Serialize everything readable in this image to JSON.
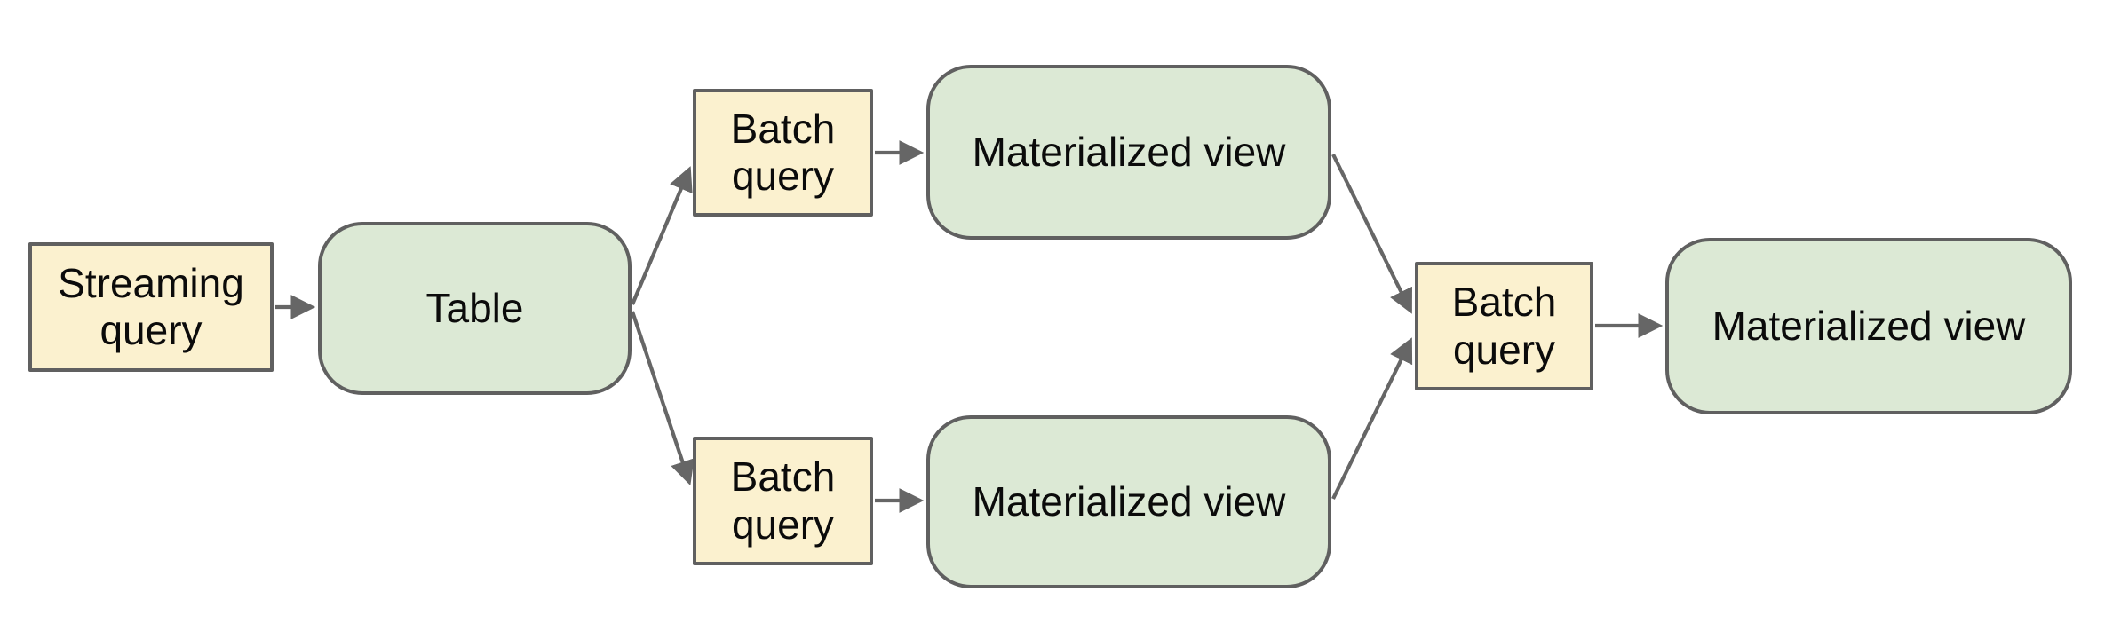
{
  "diagram": {
    "nodes": [
      {
        "id": "streaming-query",
        "label": "Streaming\nquery",
        "kind": "query"
      },
      {
        "id": "table",
        "label": "Table",
        "kind": "data"
      },
      {
        "id": "batch-query-top",
        "label": "Batch\nquery",
        "kind": "query"
      },
      {
        "id": "materialized-view-top",
        "label": "Materialized view",
        "kind": "data"
      },
      {
        "id": "batch-query-bottom",
        "label": "Batch\nquery",
        "kind": "query"
      },
      {
        "id": "materialized-view-bottom",
        "label": "Materialized view",
        "kind": "data"
      },
      {
        "id": "batch-query-right",
        "label": "Batch\nquery",
        "kind": "query"
      },
      {
        "id": "materialized-view-right",
        "label": "Materialized view",
        "kind": "data"
      }
    ],
    "edges": [
      {
        "from": "streaming-query",
        "to": "table"
      },
      {
        "from": "table",
        "to": "batch-query-top"
      },
      {
        "from": "table",
        "to": "batch-query-bottom"
      },
      {
        "from": "batch-query-top",
        "to": "materialized-view-top"
      },
      {
        "from": "batch-query-bottom",
        "to": "materialized-view-bottom"
      },
      {
        "from": "materialized-view-top",
        "to": "batch-query-right"
      },
      {
        "from": "materialized-view-bottom",
        "to": "batch-query-right"
      },
      {
        "from": "batch-query-right",
        "to": "materialized-view-right"
      }
    ]
  },
  "theme": {
    "query_fill": "#FBF1CF",
    "data_fill": "#DCE9D5",
    "node_border": "#606060",
    "connector": "#666666",
    "text_color": "#0B0B0B",
    "background": "#FFFFFF"
  }
}
